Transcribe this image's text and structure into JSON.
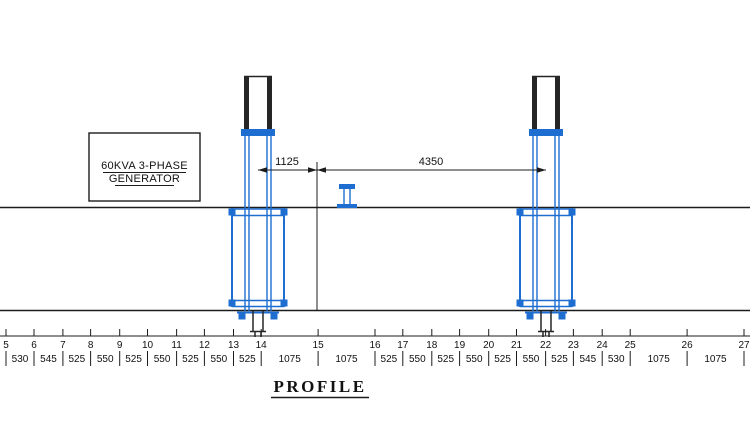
{
  "title": "PROFILE",
  "generator_label": {
    "line1": "60KVA 3-PHASE",
    "line2": "GENERATOR"
  },
  "dimensions": {
    "left_span": "1125",
    "right_span": "4350"
  },
  "ruler": {
    "stations": [
      "5",
      "6",
      "7",
      "8",
      "9",
      "10",
      "11",
      "12",
      "13",
      "14",
      "15",
      "16",
      "17",
      "18",
      "19",
      "20",
      "21",
      "22",
      "23",
      "24",
      "25",
      "26",
      "27"
    ],
    "intervals": [
      "530",
      "545",
      "525",
      "550",
      "525",
      "550",
      "525",
      "550",
      "525",
      "1075",
      "1075",
      "525",
      "550",
      "525",
      "550",
      "525",
      "550",
      "525",
      "545",
      "530",
      "1075",
      "1075"
    ]
  },
  "colors": {
    "line_color": "#1c1c1c",
    "structure_color": "#1e6ed2"
  }
}
